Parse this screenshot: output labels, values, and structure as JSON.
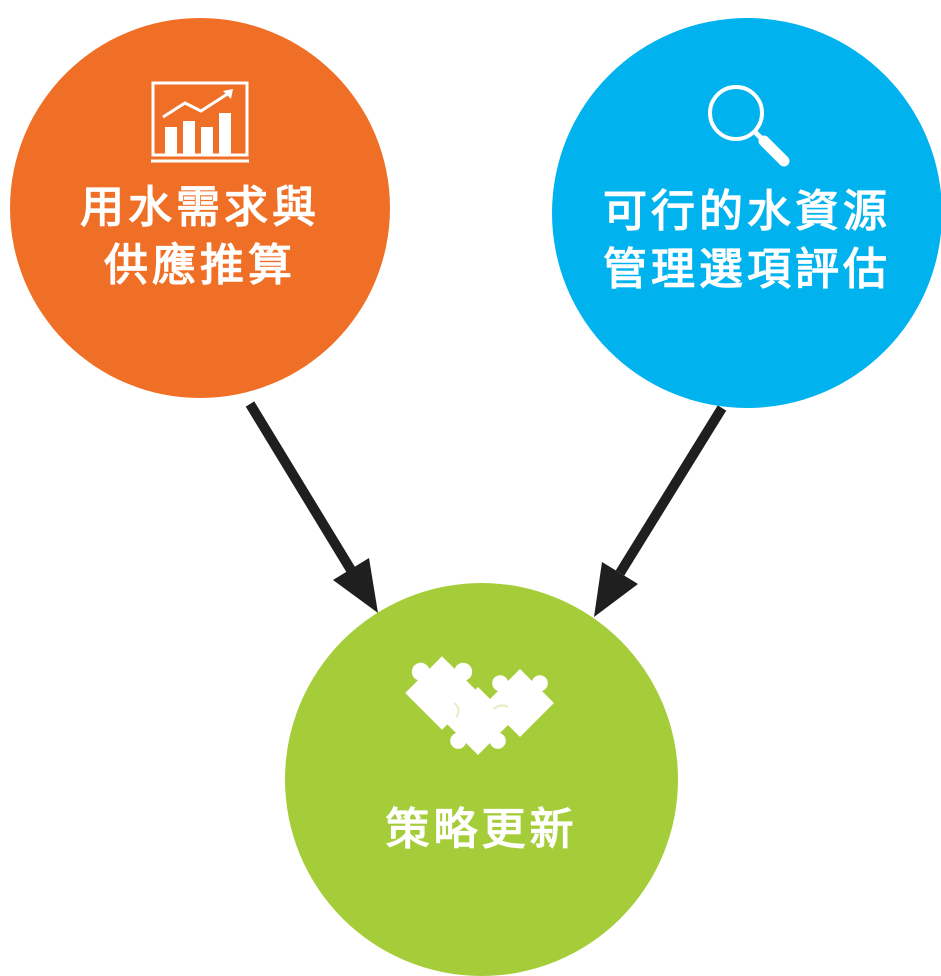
{
  "nodes": {
    "demand": {
      "line1": "用水需求與",
      "line2": "供應推算",
      "color": "#f06f26",
      "icon": "growth-chart-icon"
    },
    "options": {
      "line1": "可行的水資源",
      "line2": "管理選項評估",
      "color": "#00b2ee",
      "icon": "magnifier-icon"
    },
    "strategy": {
      "line1": "策略更新",
      "color": "#a5cd3a",
      "icon": "puzzle-icon"
    }
  },
  "edges": [
    {
      "from": "demand",
      "to": "strategy"
    },
    {
      "from": "options",
      "to": "strategy"
    }
  ],
  "arrow_color": "#1f1f1f"
}
